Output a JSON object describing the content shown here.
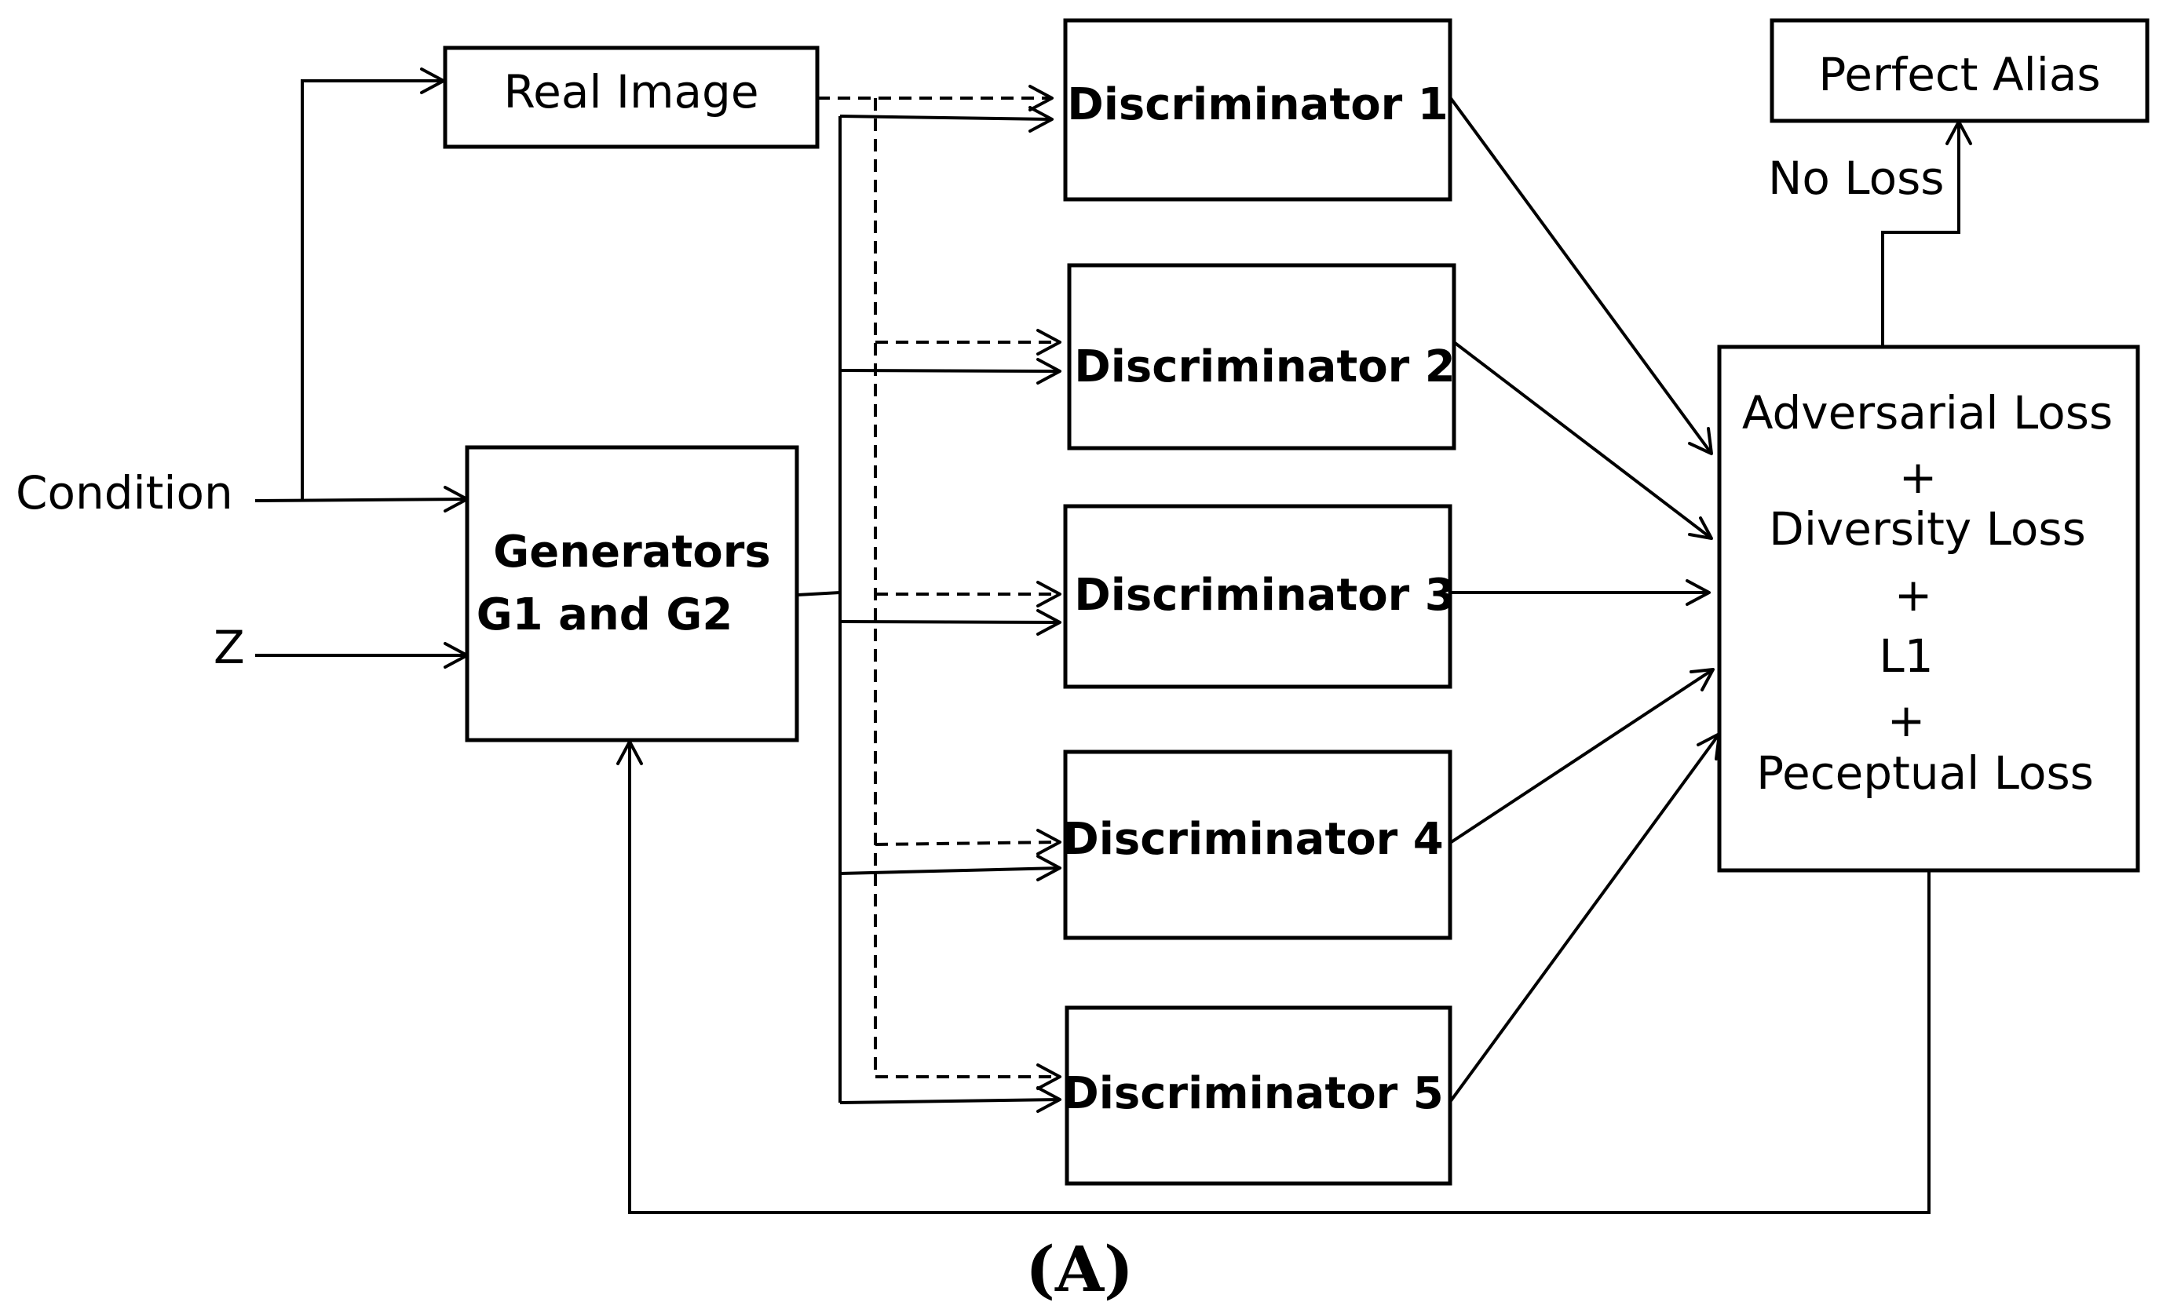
{
  "inputs": {
    "condition": "Condition",
    "z": "Z"
  },
  "real_image": {
    "label": "Real Image"
  },
  "generators": {
    "line1": "Generators",
    "line2": "G1 and G2"
  },
  "discriminators": [
    {
      "label": "Discriminator 1"
    },
    {
      "label": "Discriminator 2"
    },
    {
      "label": "Discriminator 3"
    },
    {
      "label": "Discriminator 4"
    },
    {
      "label": "Discriminator 5"
    }
  ],
  "loss_box": {
    "adversarial": "Adversarial Loss",
    "plus1": "+",
    "diversity": "Diversity Loss",
    "plus2": "+",
    "l1": "L1",
    "plus3": "+",
    "perceptual": "Peceptual Loss"
  },
  "output": {
    "no_loss": "No Loss",
    "perfect_alias": "Perfect Alias"
  },
  "caption": "(A)"
}
